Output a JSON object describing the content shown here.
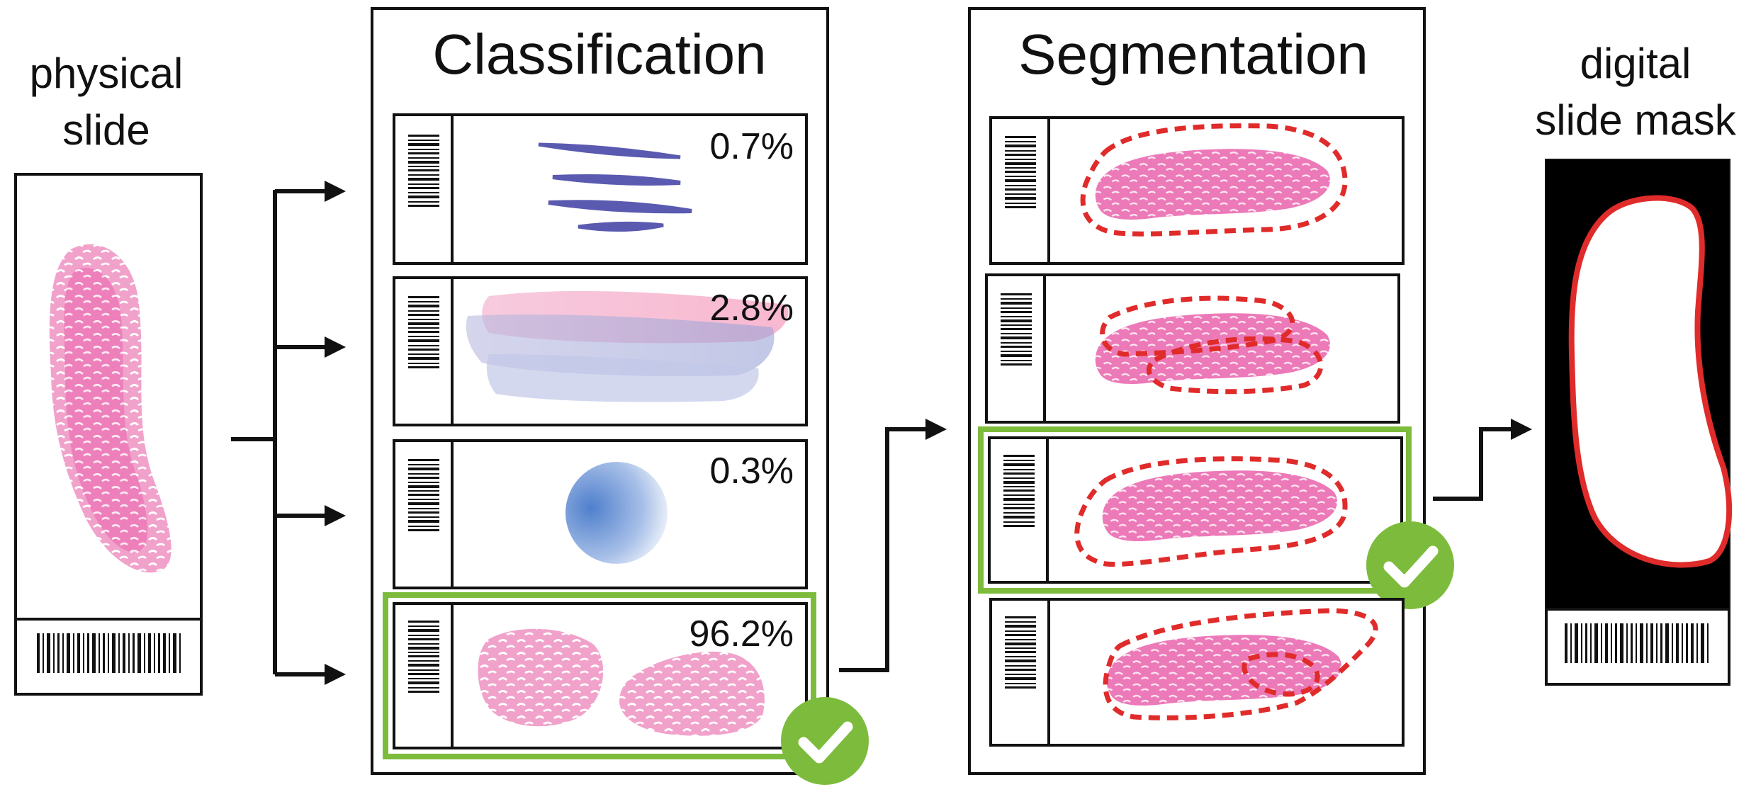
{
  "labels": {
    "physical_slide_line1": "physical",
    "physical_slide_line2": "slide",
    "classification_title": "Classification",
    "segmentation_title": "Segmentation",
    "digital_mask_line1": "digital",
    "digital_mask_line2": "slide mask"
  },
  "classification": {
    "items": [
      {
        "percent": "0.7%",
        "kind": "pen-marks"
      },
      {
        "percent": "2.8%",
        "kind": "smear"
      },
      {
        "percent": "0.3%",
        "kind": "bubble"
      },
      {
        "percent": "96.2%",
        "kind": "tissue",
        "selected": true
      }
    ]
  },
  "segmentation": {
    "items": [
      {
        "kind": "single-outline"
      },
      {
        "kind": "split-outline"
      },
      {
        "kind": "single-outline",
        "selected": true
      },
      {
        "kind": "outline-with-hole"
      }
    ]
  },
  "colors": {
    "accent_green": "#7dbb3c",
    "outline_red": "#e02b2b",
    "tissue_pink": "#ec79b8",
    "pen_blue": "#5a5ab0",
    "ink": "#111111"
  },
  "icons": {
    "selected_marker": "check-circle-icon",
    "flow_arrow": "arrow-right-icon",
    "slide_label": "barcode-icon"
  }
}
